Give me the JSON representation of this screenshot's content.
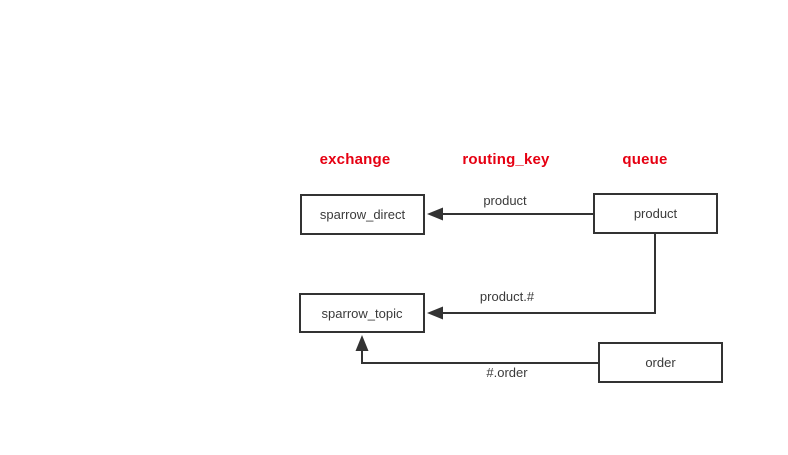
{
  "diagram": {
    "columns": {
      "exchange": "exchange",
      "routing_key": "routing_key",
      "queue": "queue"
    },
    "exchanges": {
      "sparrow_direct": "sparrow_direct",
      "sparrow_topic": "sparrow_topic"
    },
    "queues": {
      "product": "product",
      "order": "order"
    },
    "bindings": [
      {
        "from_queue": "product",
        "to_exchange": "sparrow_direct",
        "routing_key": "product"
      },
      {
        "from_queue": "product",
        "to_exchange": "sparrow_topic",
        "routing_key": "product.#"
      },
      {
        "from_queue": "order",
        "to_exchange": "sparrow_topic",
        "routing_key": "#.order"
      }
    ],
    "colors": {
      "header_text": "#e60012",
      "node_border": "#333333",
      "node_text": "#3a3a3a",
      "connector": "#333333",
      "background": "#ffffff"
    }
  }
}
